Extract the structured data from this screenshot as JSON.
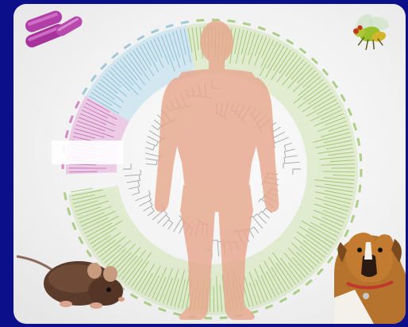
{
  "scene": {
    "panel_background": "#f2f2f2",
    "frame_color": "#0b0f8a",
    "ring_colors": {
      "green": "#b9d98a",
      "green_dark": "#8fbf5a",
      "blue": "#a9d6ea",
      "pink": "#e39bd2",
      "pink_dark": "#c35fb3",
      "branch": "#6d6d6d"
    },
    "human_color": "#e7a88e",
    "subjects": [
      {
        "name": "bacteria",
        "icon": "bacteria-icon"
      },
      {
        "name": "fruit-fly",
        "icon": "fruit-fly-icon"
      },
      {
        "name": "human",
        "icon": "human-silhouette-icon"
      },
      {
        "name": "mouse",
        "icon": "mouse-icon"
      },
      {
        "name": "dog",
        "icon": "dog-icon"
      }
    ]
  }
}
